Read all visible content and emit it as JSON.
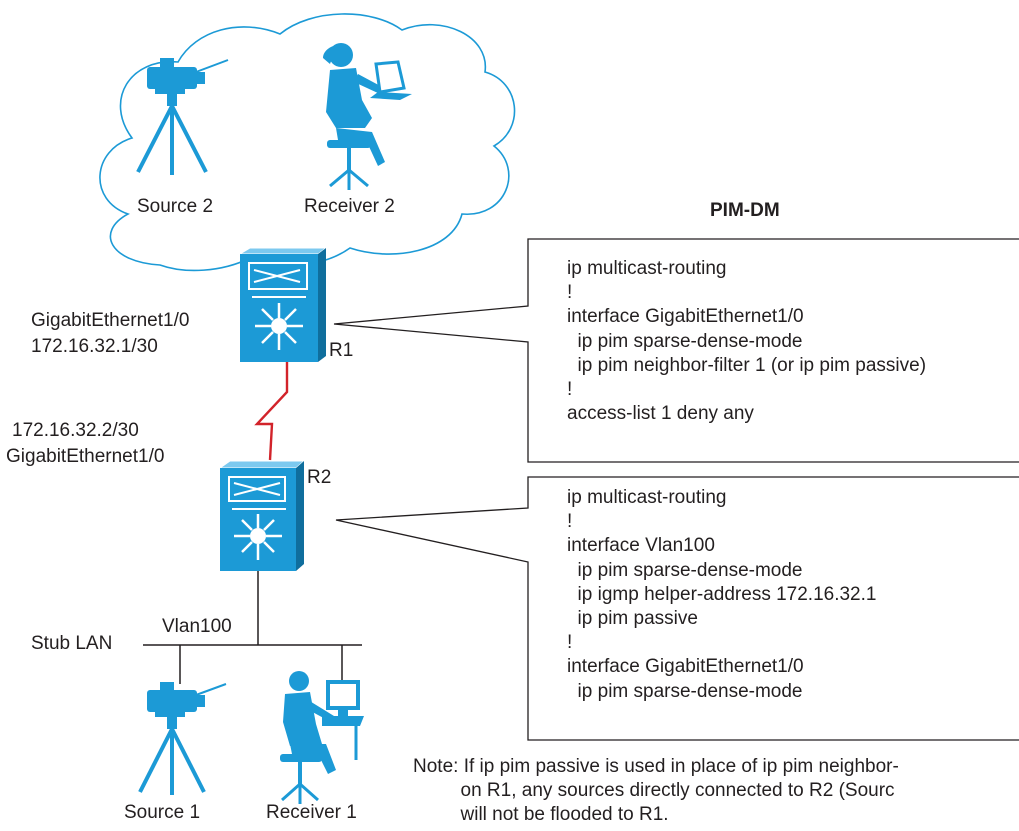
{
  "diagram": {
    "title": "PIM-DM",
    "cloud": {
      "source_label": "Source 2",
      "receiver_label": "Receiver 2"
    },
    "r1": {
      "name": "R1",
      "interface_label": "GigabitEthernet1/0",
      "address_label": "172.16.32.1/30"
    },
    "r2": {
      "name": "R2",
      "address_label": "172.16.32.2/30",
      "interface_label": "GigabitEthernet1/0"
    },
    "lan": {
      "stub_label": "Stub LAN",
      "vlan_label": "Vlan100",
      "source_label": "Source 1",
      "receiver_label": "Receiver 1"
    },
    "config_r1": [
      "ip multicast-routing",
      "!",
      "interface GigabitEthernet1/0",
      "  ip pim sparse-dense-mode",
      "  ip pim neighbor-filter 1 (or ip pim passive)",
      "!",
      "access-list 1 deny any"
    ],
    "config_r2": [
      "ip multicast-routing",
      "!",
      "interface Vlan100",
      "  ip pim sparse-dense-mode",
      "  ip igmp helper-address 172.16.32.1",
      "  ip pim passive",
      "!",
      "interface GigabitEthernet1/0",
      "  ip pim sparse-dense-mode"
    ],
    "note": [
      "Note: If ip pim passive is used in place of ip pim neighbor-",
      "         on R1, any sources directly connected to R2 (Sourc",
      "         will not be flooded to R1."
    ],
    "colors": {
      "device": "#1c9ad6",
      "link": "#d2232a",
      "line": "#231f20"
    }
  }
}
